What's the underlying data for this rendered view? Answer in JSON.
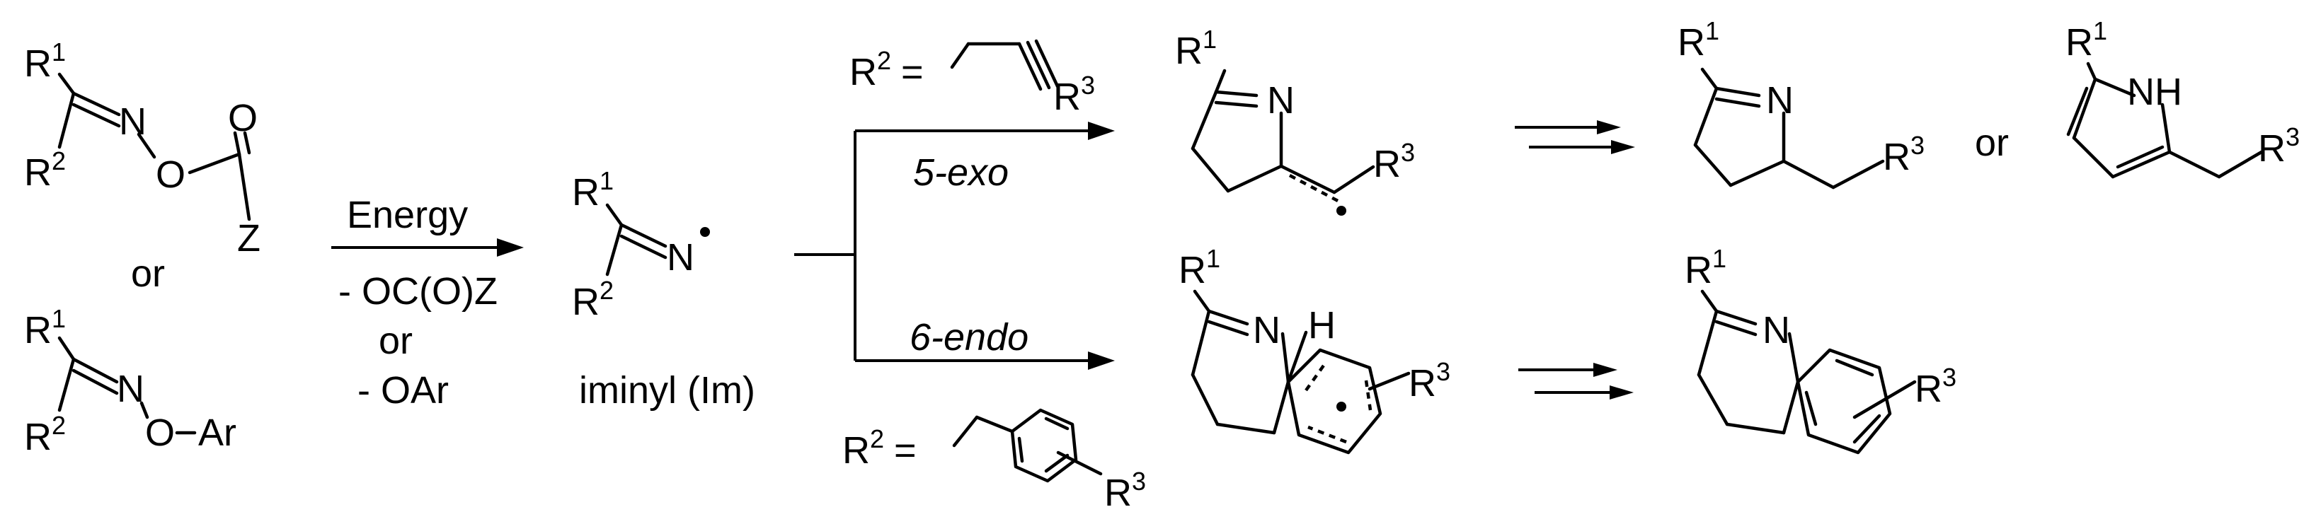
{
  "labels": {
    "r1": "R",
    "r2": "R",
    "r3": "R",
    "sup1": "1",
    "sup2": "2",
    "sup3": "3",
    "n": "N",
    "o": "O",
    "z": "Z",
    "or": "or",
    "ar": "Ar",
    "nh": "NH",
    "h": "H",
    "eq": "="
  },
  "conditions": {
    "energy": "Energy",
    "loss1": "- OC(O)Z",
    "or": "or",
    "loss2": "- OAr"
  },
  "intermediate": {
    "name": "iminyl (Im)"
  },
  "paths": {
    "exo": "5-exo",
    "endo": "6-endo"
  }
}
